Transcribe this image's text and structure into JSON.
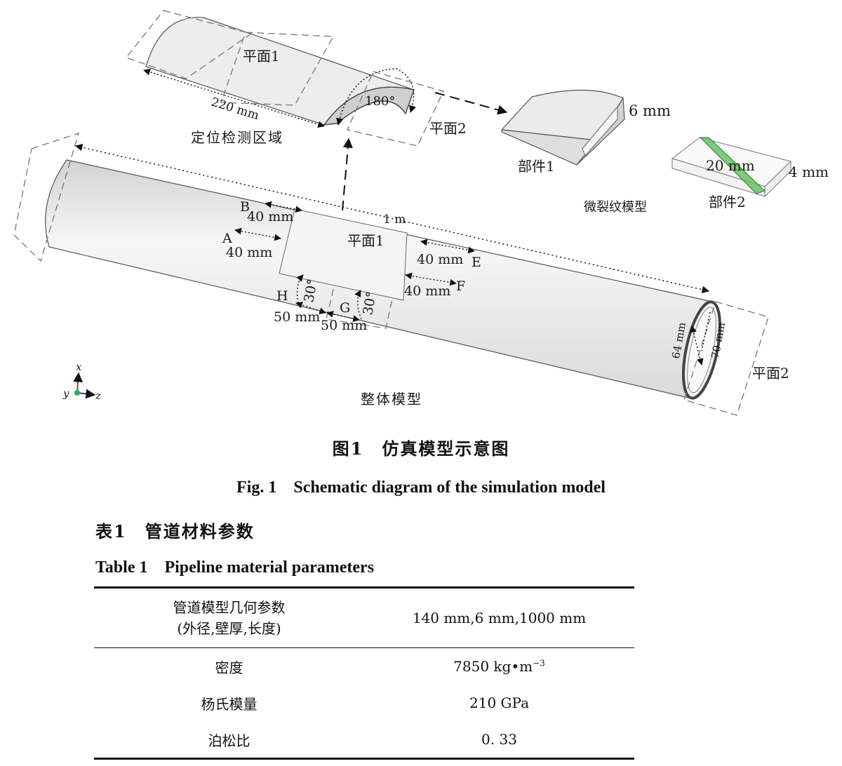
{
  "figure": {
    "labels": {
      "plane1_top": "平面1",
      "plane2_top": "平面2",
      "len_220": "220 mm",
      "angle_180": "180°",
      "region": "定位检测区域",
      "part1_thick": "6 mm",
      "part1": "部件1",
      "crack_w": "20 mm",
      "crack_t": "4 mm",
      "part2": "部件2",
      "crack_model": "微裂纹模型",
      "len_1m": "1 m",
      "b": "B",
      "b_dist": "40 mm",
      "a": "A",
      "a_dist": "40 mm",
      "plane1_main": "平面1",
      "e_dist": "40 mm",
      "e": "E",
      "f_dist": "40 mm",
      "f": "F",
      "h": "H",
      "h_angle": "30°",
      "h_dist": "50 mm",
      "g": "G",
      "g_angle": "30°",
      "g_dist": "50 mm",
      "inner_d": "64 mm",
      "outer_d": "70 mm",
      "plane2_main": "平面2",
      "axis_x": "x",
      "axis_y": "y",
      "axis_z": "z",
      "whole": "整体模型"
    }
  },
  "figure_caption": {
    "cn": "图1　仿真模型示意图",
    "en": "Fig. 1　Schematic diagram of the simulation model"
  },
  "table_caption": {
    "cn": "表1　管道材料参数",
    "en": "Table 1　Pipeline material parameters"
  },
  "table": {
    "rows": [
      {
        "param_line1": "管道模型几何参数",
        "param_line2": "(外径,壁厚,长度)",
        "value": "140 mm,6 mm,1000 mm"
      },
      {
        "param": "密度",
        "value_base": "7850 kg•m",
        "value_sup": "−3"
      },
      {
        "param": "杨氏模量",
        "value": "210 GPa"
      },
      {
        "param": "泊松比",
        "value": "0. 33"
      }
    ]
  },
  "colors": {
    "pipe_fill": "#ececec",
    "crack_fill": "#5fbf5f",
    "axis_x": "#c0392b",
    "axis_y": "#27ae60",
    "axis_z": "#2c3e9e"
  }
}
